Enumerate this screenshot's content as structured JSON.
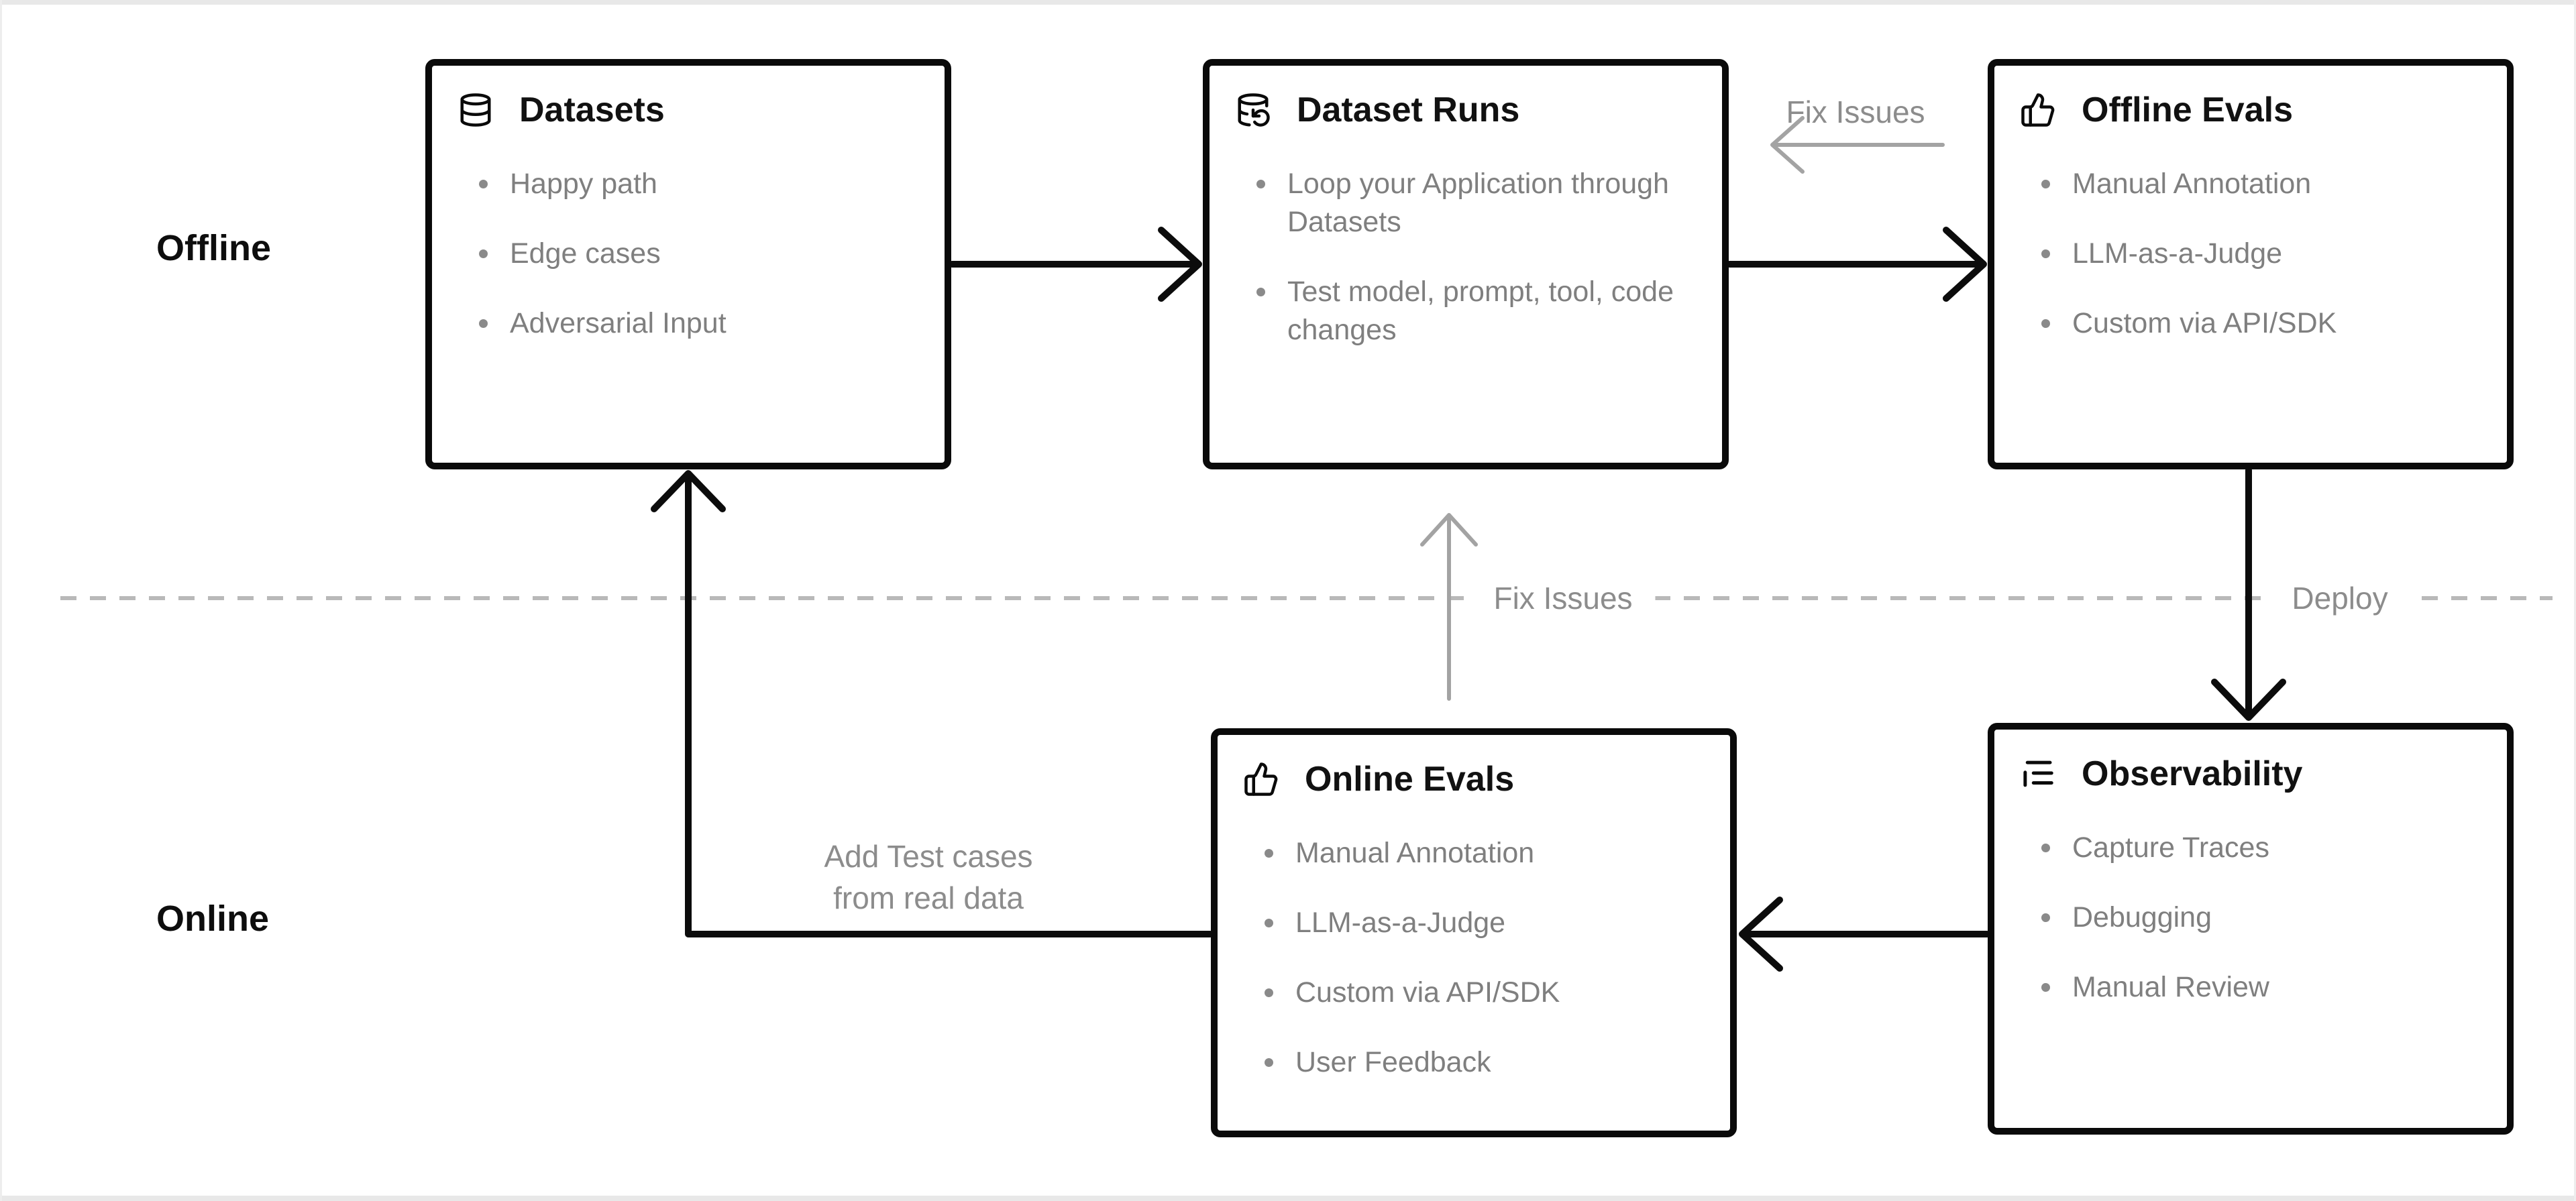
{
  "diagram": {
    "lanes": {
      "offline": "Offline",
      "online": "Online"
    },
    "boxes": [
      {
        "id": "datasets",
        "icon": "database-icon",
        "title": "Datasets",
        "items": [
          "Happy path",
          "Edge cases",
          "Adversarial Input"
        ]
      },
      {
        "id": "dataset-runs",
        "icon": "database-refresh-icon",
        "title": "Dataset Runs",
        "items": [
          "Loop your Application through Datasets",
          "Test model, prompt, tool, code changes"
        ]
      },
      {
        "id": "offline-evals",
        "icon": "thumbs-up-icon",
        "title": "Offline Evals",
        "items": [
          "Manual Annotation",
          "LLM-as-a-Judge",
          "Custom via API/SDK"
        ]
      },
      {
        "id": "online-evals",
        "icon": "thumbs-up-icon",
        "title": "Online Evals",
        "items": [
          "Manual Annotation",
          "LLM-as-a-Judge",
          "Custom via API/SDK",
          "User Feedback"
        ]
      },
      {
        "id": "observability",
        "icon": "list-tree-icon",
        "title": "Observability",
        "items": [
          "Capture Traces",
          "Debugging",
          "Manual Review"
        ]
      }
    ],
    "labels": {
      "fix_issues_top": "Fix Issues",
      "fix_issues_mid": "Fix Issues",
      "deploy": "Deploy",
      "add_test_cases_line1": "Add Test cases",
      "add_test_cases_line2": "from real data"
    },
    "colors": {
      "box_border": "#0a0a0a",
      "title_text": "#111111",
      "bullet_text": "#7f7f7f",
      "gray_label": "#8c8c8c",
      "gray_arrow": "#a3a3a3",
      "dashed_line": "#b9b9b9",
      "background": "#ffffff",
      "edge_strip": "#e8e8e8"
    }
  }
}
